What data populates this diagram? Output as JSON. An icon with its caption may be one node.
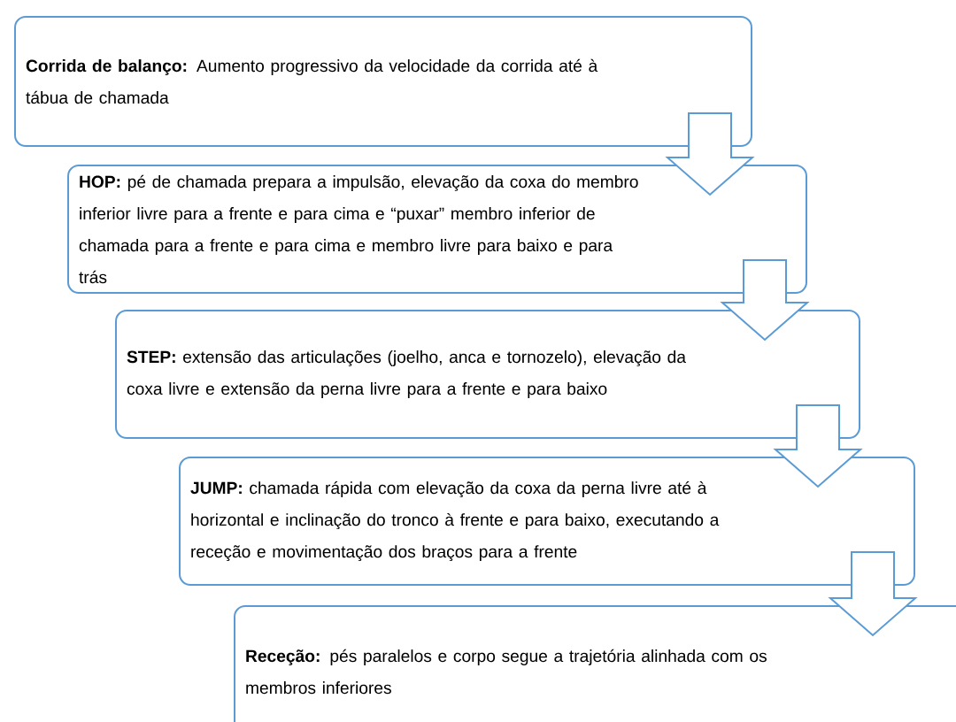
{
  "diagram": {
    "nodes": [
      {
        "text": [
          "**Corrida de balanço:** Aumento progressivo da velocidade da corrida até à tábua de chamada"
        ]
      },
      {
        "text": [
          "**HOP:** pé de chamada prepara a impulsão, elevação da coxa do membro inferior livre para a frente e para cima e “puxar” membro inferior de chamada para a frente e para cima e membro livre para baixo e para trás"
        ]
      },
      {
        "text": [
          "**STEP:** extensão das articulações (joelho, anca e tornozelo), elevação da coxa livre e extensão da perna livre para a frente e para baixo"
        ]
      },
      {
        "text": [
          "**JUMP:** chamada rápida com elevação da coxa da perna livre até à horizontal e inclinação do tronco à frente e para baixo, executando a receção e movimentação dos braços para a frente"
        ]
      },
      {
        "text": [
          "**Receção:** pés paralelos e corpo segue a trajetória alinhada com os membros inferiores"
        ]
      }
    ],
    "edges": [
      {
        "from": 0,
        "to": 1,
        "arrow": "to"
      },
      {
        "from": 1,
        "to": 2,
        "arrow": "to"
      },
      {
        "from": 2,
        "to": 3,
        "arrow": "to"
      },
      {
        "from": 3,
        "to": 4,
        "arrow": "to"
      }
    ]
  }
}
